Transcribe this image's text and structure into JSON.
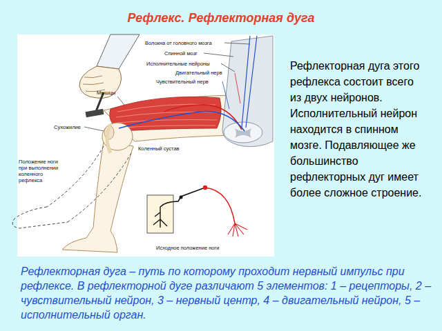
{
  "diagram": {
    "title": "Рефлекс. Рефлекторная дуга",
    "caption": "Рефлекторная дуга – путь по которому проходит нервный импульс при рефлексе. В рефлекторной дуге различают 5 элементов: 1 – рецепторы, 2 – чувствительный нейрон, 3 – нервный центр, 4 – двигательный нейрон, 5 – исполнительный орган.",
    "labels": [
      "Волокна от головного мозга",
      "Спинной мозг",
      "Исполнительные нейроны",
      "Двигательный нерв",
      "Чувствительный нерв",
      "Мышцы",
      "Сухожилие",
      "Коленный сустав",
      "Положение ноги при выполнении коленного рефлекса",
      "Исходное положение ноги",
      "Рефлекторная дуга этого рефлекса состоит всего из двух нейронов. Исполнительный нейрон находится в спинном мозге. Подавляющее же большинство рефлекторных дуг имеет более сложное строение."
    ]
  }
}
